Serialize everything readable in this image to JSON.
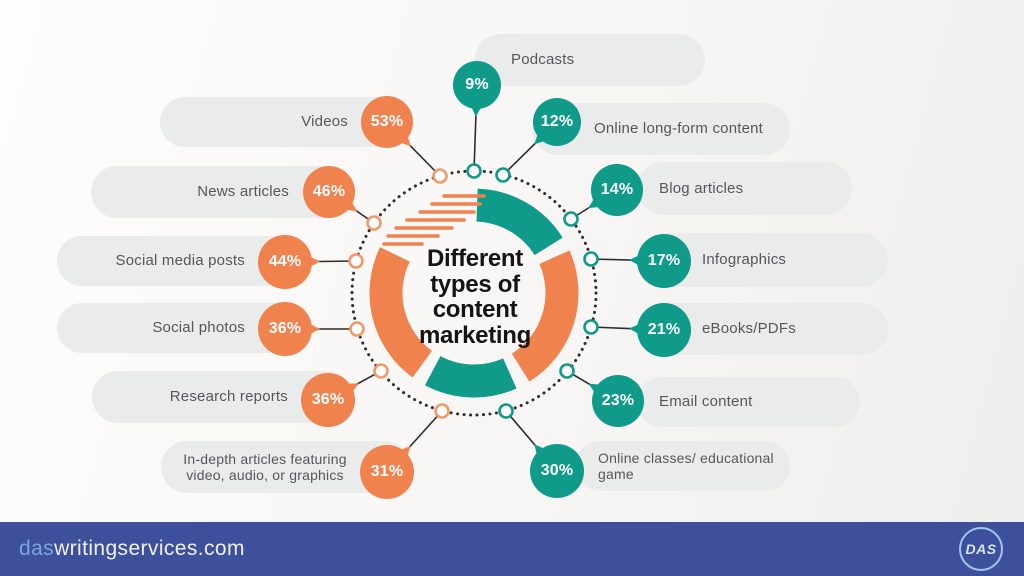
{
  "center": {
    "title": "Different types of content marketing"
  },
  "items": [
    {
      "id": "podcasts",
      "label": "Podcasts",
      "percent": "9%",
      "color": "teal"
    },
    {
      "id": "online-long-form-content",
      "label": "Online long-form content",
      "percent": "12%",
      "color": "teal"
    },
    {
      "id": "blog-articles",
      "label": "Blog articles",
      "percent": "14%",
      "color": "teal"
    },
    {
      "id": "infographics",
      "label": "Infographics",
      "percent": "17%",
      "color": "teal"
    },
    {
      "id": "ebooks-pdfs",
      "label": "eBooks/PDFs",
      "percent": "21%",
      "color": "teal"
    },
    {
      "id": "email-content",
      "label": "Email content",
      "percent": "23%",
      "color": "teal"
    },
    {
      "id": "online-classes",
      "label": "Online classes/ educational game",
      "label_lines": [
        "Online classes/ educational",
        "game"
      ],
      "percent": "30%",
      "color": "teal"
    },
    {
      "id": "in-depth-articles",
      "label": "In-depth articles featuring video, audio, or graphics",
      "label_lines": [
        "In-depth articles featuring",
        "video, audio, or graphics"
      ],
      "percent": "31%",
      "color": "orange"
    },
    {
      "id": "research-reports",
      "label": "Research reports",
      "percent": "36%",
      "color": "orange"
    },
    {
      "id": "social-photos",
      "label": "Social photos",
      "percent": "36%",
      "color": "orange"
    },
    {
      "id": "social-media-posts",
      "label": "Social media posts",
      "percent": "44%",
      "color": "orange"
    },
    {
      "id": "news-articles",
      "label": "News articles",
      "percent": "46%",
      "color": "orange"
    },
    {
      "id": "videos",
      "label": "Videos",
      "percent": "53%",
      "color": "orange"
    }
  ],
  "colors": {
    "orange": "#F0824E",
    "teal": "#0F9A89",
    "pill": "#E9ECEB",
    "footer_bar": "#3E4F9B",
    "brand_blue": "#7AA6DB"
  },
  "footer": {
    "brand_prefix": "das",
    "brand_suffix": "writingservices.com",
    "logo_text": "DAS"
  },
  "chart_data": {
    "type": "pie",
    "title": "Different types of content marketing",
    "unit": "%",
    "legend_position": "radial-callouts",
    "categories": [
      "Podcasts",
      "Online long-form content",
      "Blog articles",
      "Infographics",
      "eBooks/PDFs",
      "Email content",
      "Online classes/ educational game",
      "In-depth articles featuring video, audio, or graphics",
      "Research reports",
      "Social photos",
      "Social media posts",
      "News articles",
      "Videos"
    ],
    "values": [
      9,
      12,
      14,
      17,
      21,
      23,
      30,
      31,
      36,
      36,
      44,
      46,
      53
    ]
  }
}
